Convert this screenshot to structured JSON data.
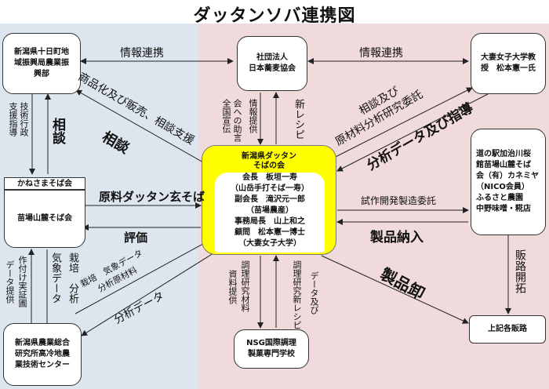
{
  "title": "ダッタンソバ連携図",
  "colors": {
    "left_bg": "#dde6ef",
    "right_bg": "#f1dadb",
    "center_bg": "#ffff00"
  },
  "nodes": {
    "tokamachi": [
      "新潟県十日町地",
      "域振興局農業振",
      "興部"
    ],
    "kyokai": [
      "社団法人",
      "日本蕎麦協会"
    ],
    "otsuma": [
      "大妻女子大学教",
      "授　松本憲一氏"
    ],
    "kanesama_label": "かねさまそば会",
    "naeba": "苗場山麓そば会",
    "center_title": [
      "新潟県ダッタン",
      "そばの会"
    ],
    "center_members": [
      "会長　板垣一寿",
      "（山岳手打そば一寿）",
      "副会長　滝沢元一郎",
      "（苗場農産）",
      "事務局長　山上和之",
      "顧問　松本憲一博士",
      "（大妻女子大学）"
    ],
    "michinoeki": [
      "道の駅加治川桜",
      "館苗場山麓そば",
      "会（有）カネミヤ",
      "（NICO会員）",
      "ふるさと農園",
      "中野味噌・糀店"
    ],
    "souken": [
      "新潟県農業総合",
      "研究所高冷地農",
      "業技術センター"
    ],
    "nsg": [
      "NSG国際調理",
      "製菓専門学校"
    ],
    "hanro": "上記各販路"
  },
  "labels": {
    "joho_left": "情報連携",
    "joho_right": "情報連携",
    "shohinka": "商品化及び販売、相談支援",
    "sodan_diag": "相談",
    "gyosei": "行政",
    "shien": "支援",
    "gijutsu": "技術",
    "shido": "指導",
    "sodan_v": "相談",
    "joho_teikyo": "情報提供",
    "zenkoku_a": "全国宣伝",
    "zenkoku_b": "会への助言",
    "shin_recipe": "新レシピ",
    "sodan_oyobi": "相談及び",
    "genryo_bunseki": "原材料分析研究委託",
    "bunseki_shido": "分析データ及び指導",
    "genryo_dattan": "原料ダッタン玄そば",
    "hyoka": "評価",
    "shisaku": "試作開発製造委託",
    "seihin_nonyu": "製品納入",
    "seihin_oroshi": "製品卸",
    "hanro_kaitaku": "販路開拓",
    "sakutsuke_a": "作付け実証圃",
    "sakutsuke_b": "データ提供",
    "kisho_data": "気象データ",
    "saibai_bunseki": "栽培　分析",
    "saibai_kisho": "栽培　気象データ",
    "bunseki_genryo": "分析原材料",
    "bunseki_data": "分析データ",
    "chori_a": "調理研究材料",
    "chori_b": "資料提供",
    "chori_recipe_a": "調理研究新レシピ",
    "chori_recipe_b": "データ及び"
  }
}
